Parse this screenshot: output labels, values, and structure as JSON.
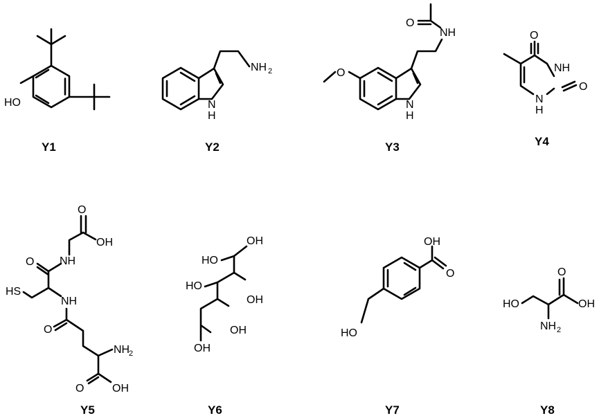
{
  "compounds": [
    {
      "id": "Y1",
      "atoms": [
        "HO"
      ]
    },
    {
      "id": "Y2",
      "atoms": [
        "NH",
        "2",
        "N",
        "H"
      ]
    },
    {
      "id": "Y3",
      "atoms": [
        "O",
        "O",
        "NH",
        "N",
        "H"
      ]
    },
    {
      "id": "Y4",
      "atoms": [
        "O",
        "NH",
        "O",
        "N",
        "H"
      ]
    },
    {
      "id": "Y5",
      "atoms": [
        "O",
        "OH",
        "O",
        "NH",
        "HS",
        "NH",
        "O",
        "NH",
        "2",
        "O",
        "OH"
      ]
    },
    {
      "id": "Y6",
      "atoms": [
        "OH",
        "HO",
        "HO",
        "OH",
        "OH",
        "OH"
      ]
    },
    {
      "id": "Y7",
      "atoms": [
        "OH",
        "O",
        "HO"
      ]
    },
    {
      "id": "Y8",
      "atoms": [
        "O",
        "HO",
        "OH",
        "NH",
        "2"
      ]
    }
  ]
}
